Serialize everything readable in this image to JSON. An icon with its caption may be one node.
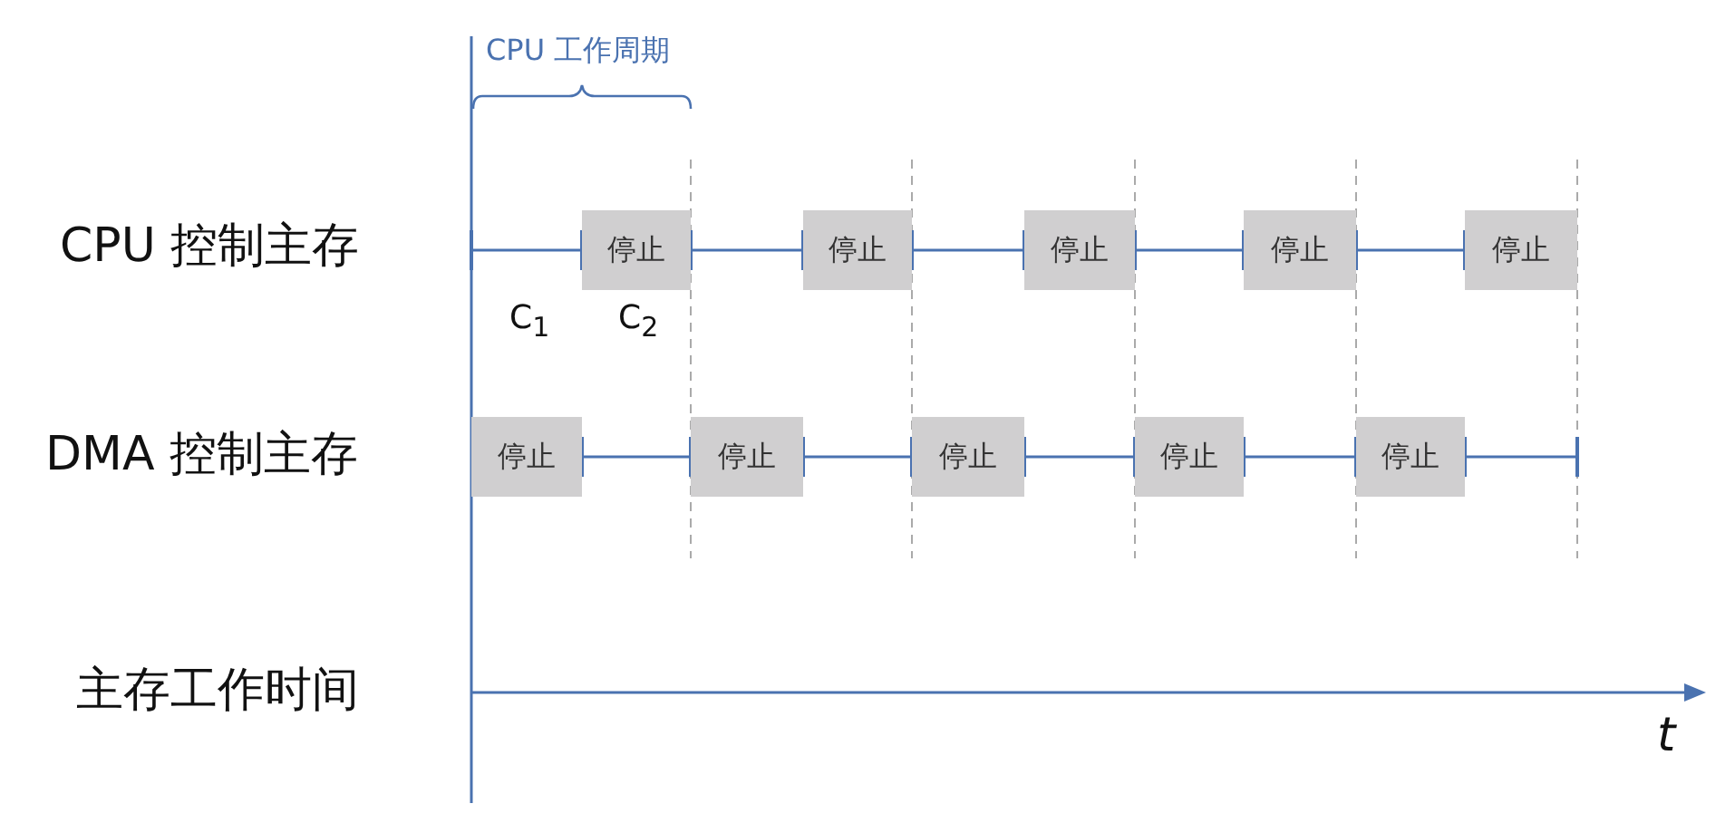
{
  "diagram": {
    "nodes": [
      {
        "text": [
          "停止"
        ]
      },
      {
        "text": [
          "停止"
        ]
      },
      {
        "text": [
          "停止"
        ]
      },
      {
        "text": [
          "停止"
        ]
      },
      {
        "text": [
          "停止"
        ]
      },
      {
        "text": [
          "停止"
        ]
      },
      {
        "text": [
          "停止"
        ]
      },
      {
        "text": [
          "停止"
        ]
      },
      {
        "text": [
          "停止"
        ]
      },
      {
        "text": [
          "停止"
        ]
      }
    ],
    "edges": [
      {
        "from": null,
        "to": 0,
        "arrow": "other"
      },
      {
        "from": 0,
        "to": 1,
        "arrow": "other"
      },
      {
        "from": 1,
        "to": 2,
        "arrow": "other"
      },
      {
        "from": 2,
        "to": 3,
        "arrow": "other"
      },
      {
        "from": 3,
        "to": 4,
        "arrow": "other"
      },
      {
        "from": 5,
        "to": 6,
        "arrow": "other"
      },
      {
        "from": 6,
        "to": 7,
        "arrow": "other"
      },
      {
        "from": 7,
        "to": 8,
        "arrow": "other"
      },
      {
        "from": 8,
        "to": 9,
        "arrow": "other"
      },
      {
        "from": 9,
        "to": null,
        "arrow": "other"
      }
    ],
    "labels": [
      "CPU 工作周期",
      "CPU 控制主存",
      "C$_{1}$",
      "C$_{2}$",
      "DMA 控制主存",
      "主存工作时间",
      "t"
    ]
  }
}
